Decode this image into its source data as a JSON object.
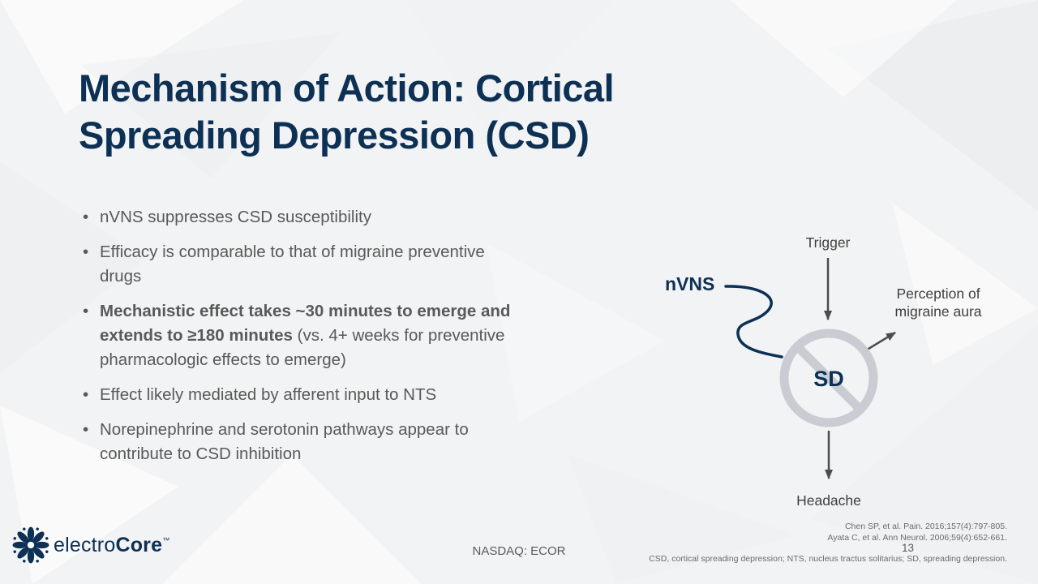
{
  "colors": {
    "navy": "#0d3055",
    "body_gray": "#595959",
    "diagram_ring_gray": "#c9cdd3",
    "arrow_gray": "#4d4d4d"
  },
  "title": "Mechanism of Action: Cortical Spreading Depression (CSD)",
  "bullets": [
    {
      "text": "nVNS suppresses CSD susceptibility"
    },
    {
      "text": "Efficacy is comparable to that of migraine preventive drugs"
    },
    {
      "bold": "Mechanistic effect takes ~30 minutes to emerge and extends to ≥180 minutes",
      "rest": " (vs. 4+ weeks for preventive pharmacologic effects to emerge)"
    },
    {
      "text": "Effect likely mediated by afferent input to NTS"
    },
    {
      "text": "Norepinephrine and serotonin pathways appear to contribute to CSD inhibition"
    }
  ],
  "diagram": {
    "trigger": "Trigger",
    "nvns": "nVNS",
    "sd": "SD",
    "perception": "Perception of migraine aura",
    "headache": "Headache"
  },
  "footer": {
    "logo_light": "electro",
    "logo_bold": "Core",
    "logo_tm": "™",
    "ticker": "NASDAQ: ECOR",
    "reference_1": "Chen SP, et al. Pain. 2016;157(4):797-805.",
    "reference_2": "Ayata C, et al. Ann Neurol. 2006;59(4):652-661.",
    "abbreviations": "CSD, cortical spreading depression; NTS, nucleus tractus solitarius; SD, spreading depression.",
    "page_number": "13"
  }
}
